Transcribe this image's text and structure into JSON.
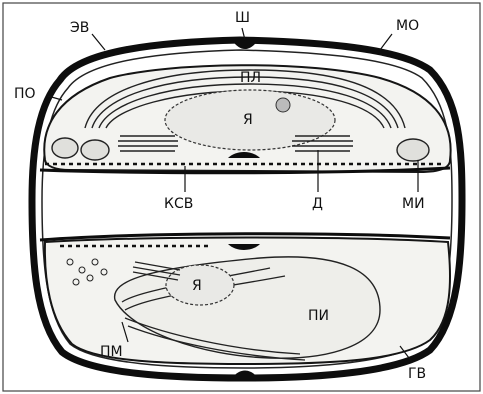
{
  "labels": {
    "shch": "Ш",
    "ev": "ЭВ",
    "mo": "МО",
    "po": "ПО",
    "pl": "ПЛ",
    "ya_top": "Я",
    "ksv": "КСВ",
    "d": "Д",
    "mi": "МИ",
    "ya_bottom": "Я",
    "pi": "ПИ",
    "pm": "ПМ",
    "gv": "ГВ"
  },
  "colors": {
    "frame": "#0d0d0d",
    "cell_fill": "#f3f3f0",
    "background": "#ffffff",
    "stroke": "#151515"
  }
}
